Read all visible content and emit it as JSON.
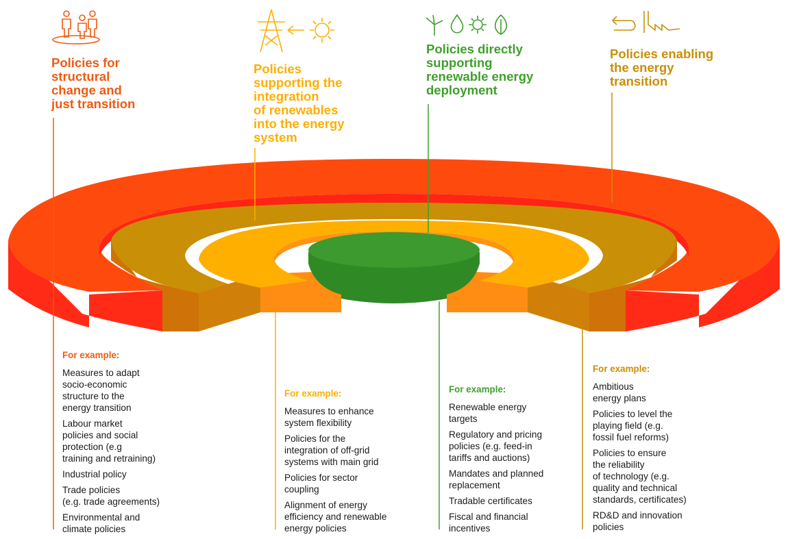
{
  "colors": {
    "outer": "#ff4a0e",
    "outer_side": "#ff2b16",
    "mustard": "#c98f06",
    "mustard_side": "#cf7208",
    "yellow": "#ffaf00",
    "orange_side": "#ff8d13",
    "green": "#3c9a2e",
    "green_side": "#2f8a25",
    "header_orange": "#f05a12",
    "header_yellow": "#ffae00",
    "header_green": "#3fa02b",
    "header_mustard": "#c98f06"
  },
  "icons": {
    "col1": [
      "people-icon"
    ],
    "col2": [
      "power-pylon-icon",
      "arrow-left-icon",
      "sun-icon"
    ],
    "col3": [
      "wind-turbine-icon",
      "water-drop-icon",
      "sun-icon",
      "leaf-icon"
    ],
    "col4": [
      "return-arrow-icon",
      "factory-icon"
    ]
  },
  "columns": [
    {
      "heading": "Policies for\nstructural\nchange and\njust transition",
      "for_example": "For example:",
      "items": [
        "Measures to adapt\nsocio-economic\nstructure to the\nenergy transition",
        "Labour market\npolicies and social\nprotection (e.g\ntraining and retraining)",
        "Industrial policy",
        "Trade policies\n(e.g. trade agreements)",
        "Environmental and\nclimate policies"
      ]
    },
    {
      "heading": "Policies\nsupporting the\nintegration\nof renewables\ninto the energy\nsystem",
      "for_example": "For example:",
      "items": [
        "Measures to enhance\nsystem flexibility",
        "Policies for the\nintegration of off-grid\nsystems with main grid",
        "Policies for sector\ncoupling",
        "Alignment of energy\nefficiency and renewable\nenergy policies"
      ]
    },
    {
      "heading": "Policies directly\nsupporting\nrenewable energy\ndeployment",
      "for_example": "For example:",
      "items": [
        "Renewable energy\ntargets",
        "Regulatory and pricing\npolicies   (e.g. feed-in\ntariffs and auctions)",
        "Mandates and planned\nreplacement",
        "Tradable certificates",
        "Fiscal and financial\nincentives"
      ]
    },
    {
      "heading": "Policies enabling\nthe energy\ntransition",
      "for_example": "For example:",
      "items": [
        "Ambitious\nenergy plans",
        "Policies to level the\nplaying field (e.g.\nfossil fuel reforms)",
        "Policies to ensure\nthe reliability\nof technology (e.g.\nquality and technical\nstandards, certificates)",
        "RD&D and innovation\npolicies"
      ]
    }
  ]
}
